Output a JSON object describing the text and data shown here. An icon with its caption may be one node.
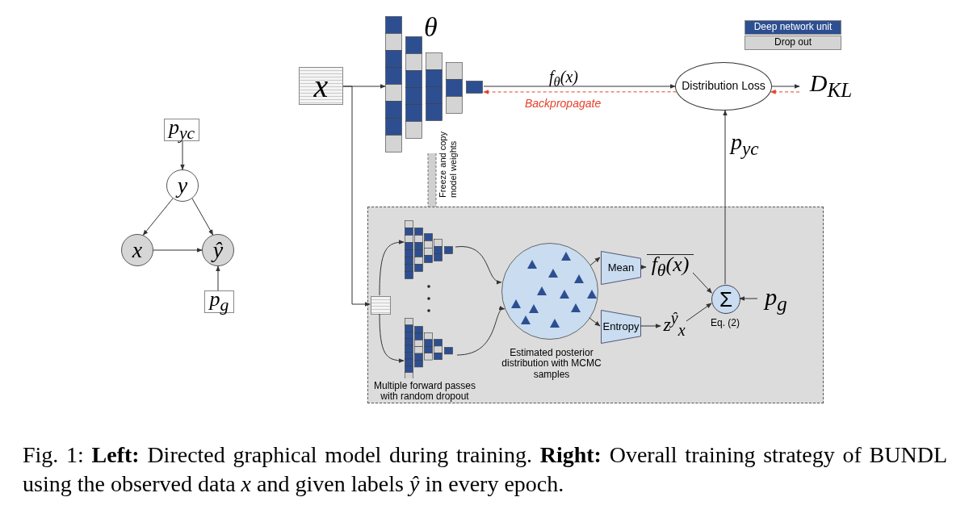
{
  "diagram": {
    "caption": "Fig. 1: **Left:** Directed graphical model during training. **Right:** Overall training strategy of BUNDL using the observed data *x* and given labels *ŷ* in every epoch.",
    "nodes": [
      {
        "text": [
          "p$_{yc}$"
        ]
      },
      {
        "text": [
          "y"
        ]
      },
      {
        "text": [
          "x"
        ]
      },
      {
        "text": [
          "ŷ"
        ]
      },
      {
        "text": [
          "p$_{g}$"
        ]
      },
      {
        "text": [
          "x"
        ]
      },
      {
        "text": [
          "θ"
        ]
      },
      {
        "text": [
          "Distribution Loss"
        ]
      },
      {
        "text": [
          "D$_{KL}$"
        ]
      },
      {
        "text": [],
        "shape": "box"
      },
      {
        "text": [],
        "shape": "picture",
        "in": 9
      },
      {
        "text": [],
        "shape": "picture",
        "in": 9
      },
      {
        "text": [],
        "shape": "picture",
        "in": 9,
        "beside": [
          "Multiple forward passes with random dropout"
        ]
      },
      {
        "text": [],
        "shape": "circle",
        "in": 9,
        "beside": [
          "Estimated posterior distribution with MCMC samples"
        ]
      },
      {
        "text": [
          "Mean"
        ],
        "in": 9
      },
      {
        "text": [
          "Entropy"
        ],
        "in": 9
      },
      {
        "text": [
          "f$_{θ}$(x)"
        ],
        "in": 9
      },
      {
        "text": [
          "z$^{ŷ}$$_{x}$"
        ],
        "in": 9
      },
      {
        "text": [
          "Σ"
        ],
        "in": 9,
        "beside": [
          "Eq. (2)"
        ]
      },
      {
        "text": [
          "p$_{g}$"
        ],
        "in": 9
      }
    ],
    "edges": [
      {
        "from": 0,
        "to": 1,
        "arrow": "to"
      },
      {
        "from": 1,
        "to": 2,
        "arrow": "to"
      },
      {
        "from": 1,
        "to": 3,
        "arrow": "to"
      },
      {
        "from": 2,
        "to": 3,
        "arrow": "to"
      },
      {
        "from": 4,
        "to": 3,
        "arrow": "to"
      },
      {
        "from": 5,
        "to": 6,
        "arrow": "to"
      },
      {
        "from": 6,
        "to": 7,
        "arrow": "to",
        "label": "f$_{θ}$(x)"
      },
      {
        "from": 7,
        "to": 6,
        "arrow": "to",
        "label": "Backpropagate",
        "style": "dashed",
        "color": "#e5412d"
      },
      {
        "from": 7,
        "to": 8,
        "arrow": "to"
      },
      {
        "from": 8,
        "to": 7,
        "arrow": "to",
        "style": "dashed",
        "color": "#e5412d"
      },
      {
        "from": 5,
        "to": 10,
        "arrow": "to"
      },
      {
        "from": 6,
        "to": 9,
        "arrow": "to",
        "label": "Freeze and copy model weights",
        "style": "thick",
        "color": "#d0d0d0"
      },
      {
        "from": 10,
        "to": 11,
        "arrow": "to"
      },
      {
        "from": 10,
        "to": 12,
        "arrow": "to"
      },
      {
        "from": 11,
        "to": 13,
        "arrow": "to"
      },
      {
        "from": 12,
        "to": 13,
        "arrow": "to"
      },
      {
        "from": 13,
        "to": 14,
        "arrow": "to"
      },
      {
        "from": 13,
        "to": 15,
        "arrow": "to"
      },
      {
        "from": 14,
        "to": 16,
        "arrow": "to"
      },
      {
        "from": 15,
        "to": 17,
        "arrow": "to"
      },
      {
        "from": 16,
        "to": 18,
        "arrow": "to"
      },
      {
        "from": 17,
        "to": 18,
        "arrow": "to"
      },
      {
        "from": 19,
        "to": 18,
        "arrow": "to"
      },
      {
        "from": 18,
        "to": 7,
        "arrow": "to",
        "label": "p$_{yc}$"
      }
    ],
    "legend": [
      {
        "text": "Deep network unit",
        "color": "#2d4f91"
      },
      {
        "text": "Drop out",
        "color": "#d4d4d4"
      }
    ]
  }
}
